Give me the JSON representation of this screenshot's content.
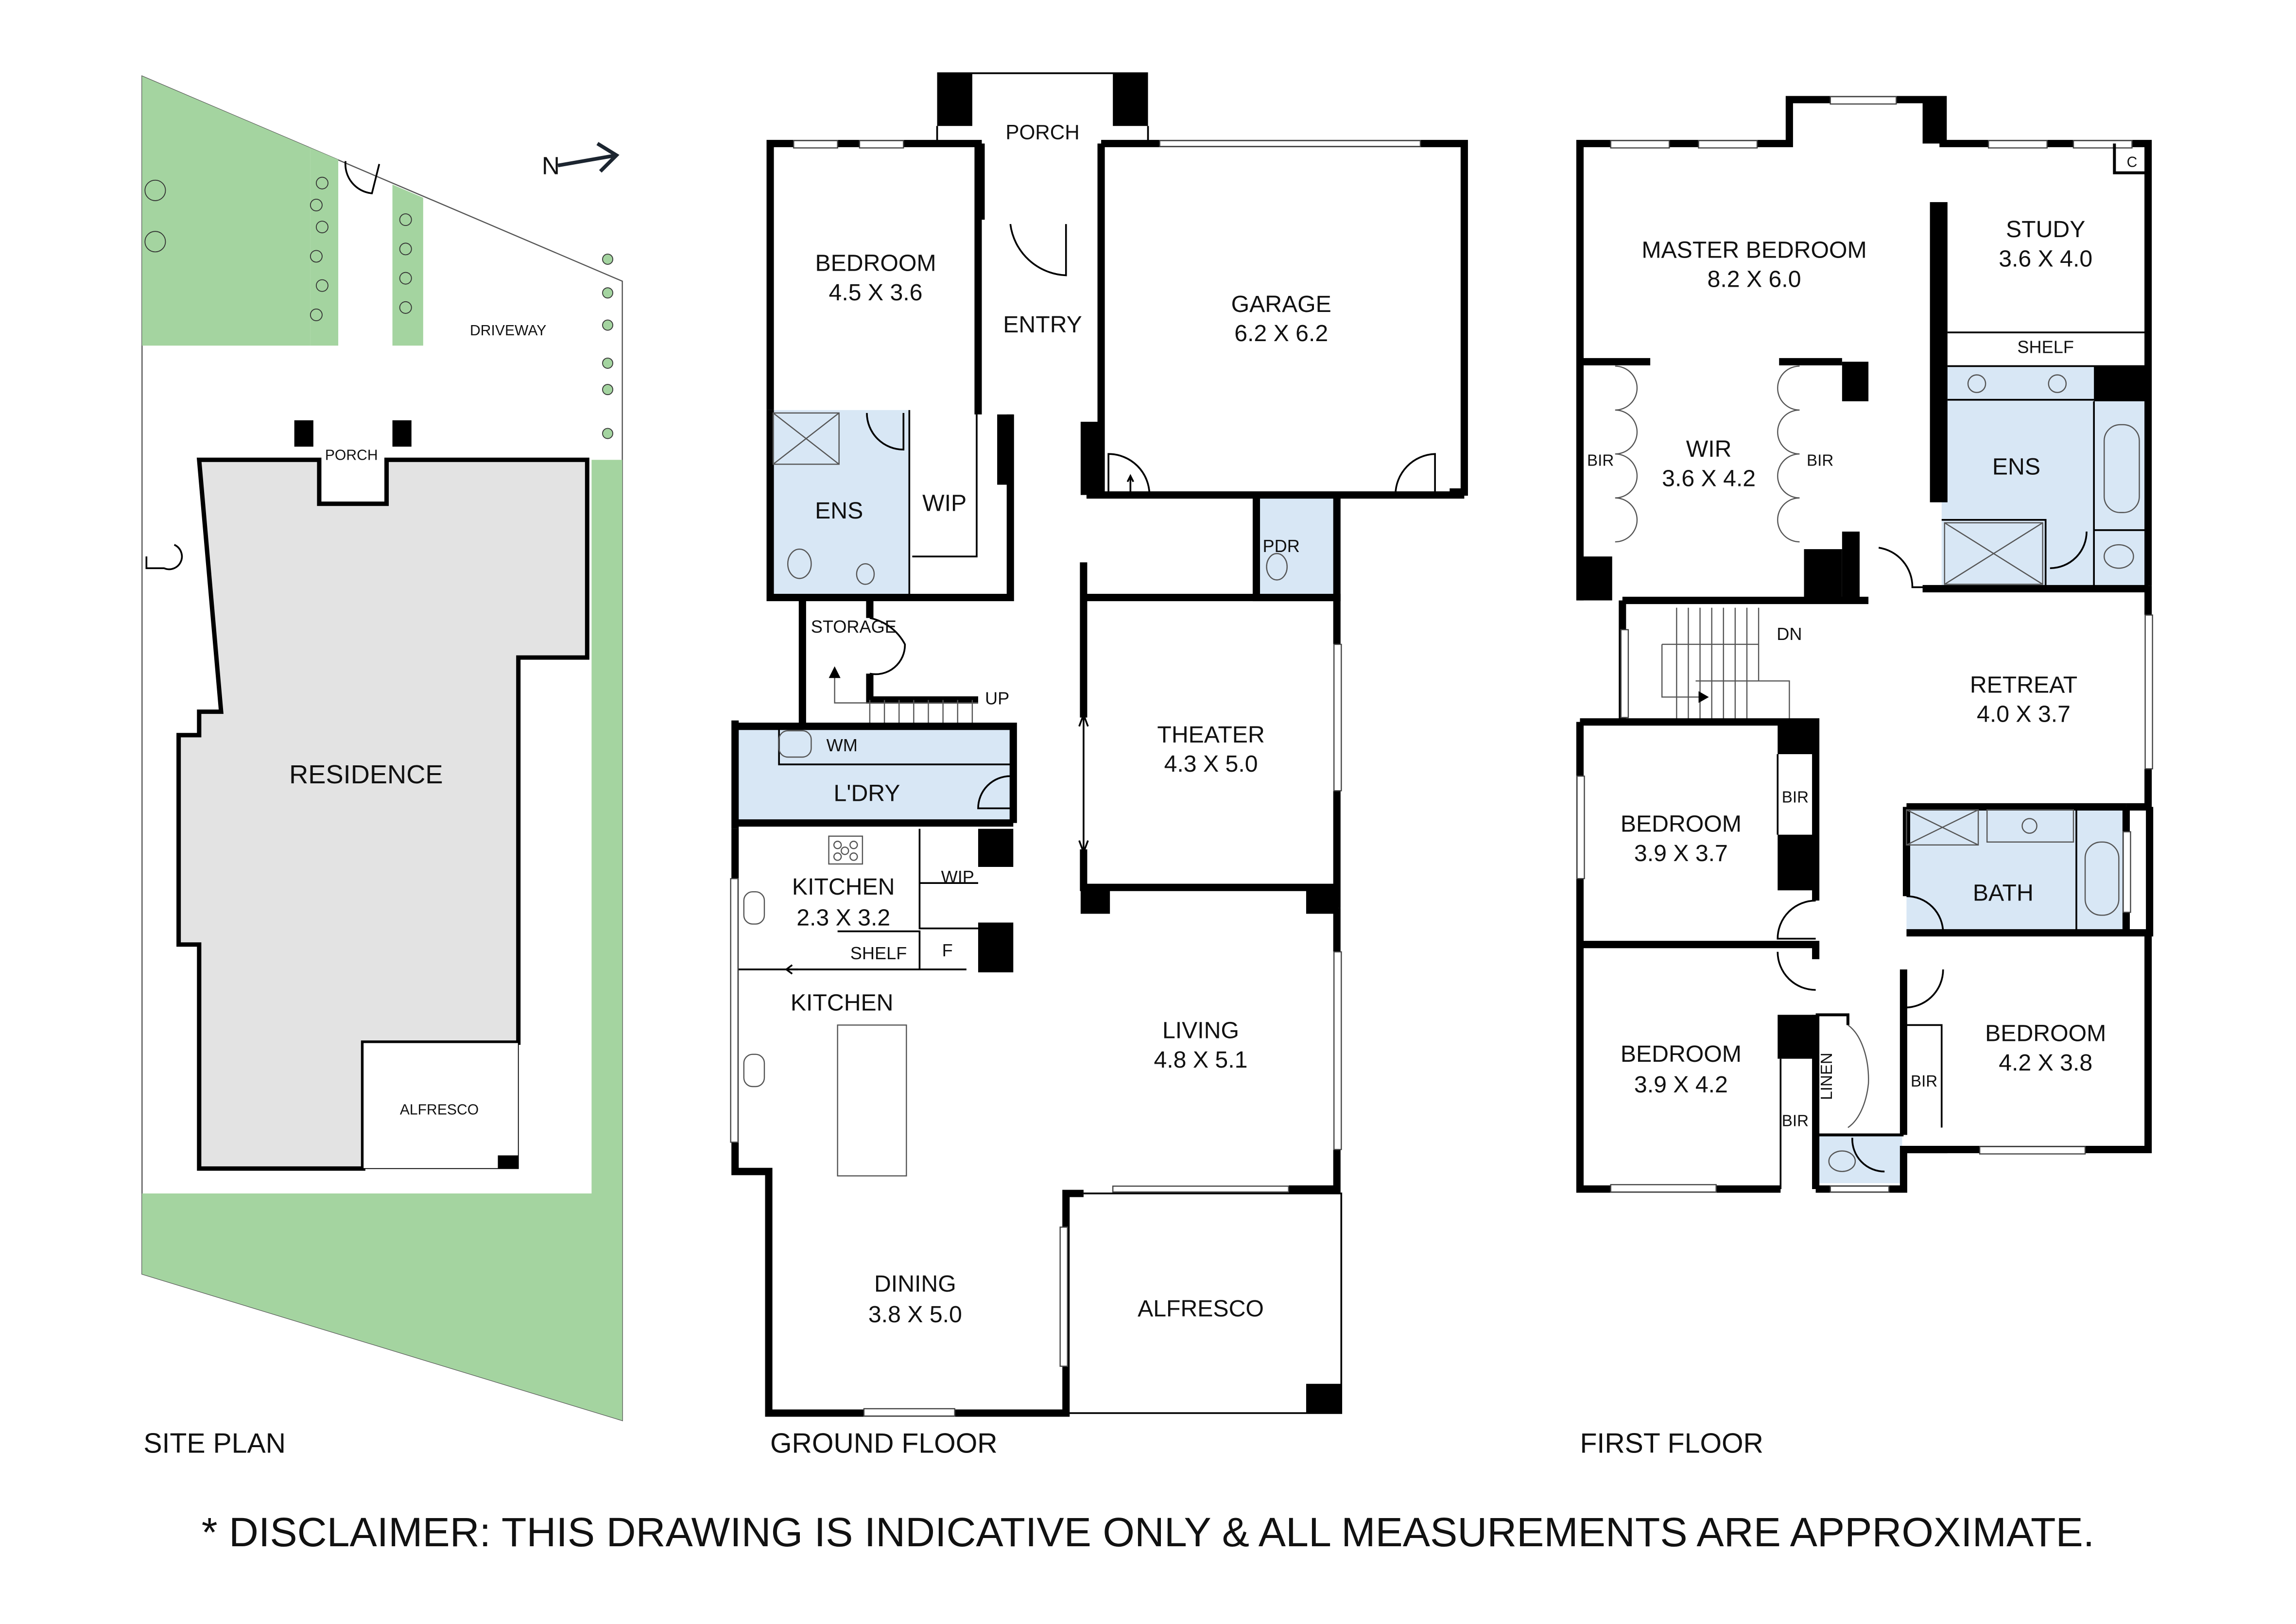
{
  "colors": {
    "wall": "#000000",
    "wet_area": "#d8e7f5",
    "grass": "#a4d4a0",
    "residence": "#e3e3e3",
    "background": "#ffffff"
  },
  "site_plan": {
    "title": "SITE PLAN",
    "compass": {
      "label": "N",
      "icon": "north-arrow-icon"
    },
    "labels": {
      "driveway": "DRIVEWAY",
      "porch": "PORCH",
      "residence": "RESIDENCE",
      "alfresco": "ALFRESCO"
    }
  },
  "ground_floor": {
    "title": "GROUND FLOOR",
    "rooms": {
      "porch": {
        "name": "PORCH"
      },
      "bedroom": {
        "name": "BEDROOM",
        "size": "4.5 X 3.6"
      },
      "entry": {
        "name": "ENTRY"
      },
      "garage": {
        "name": "GARAGE",
        "size": "6.2 X 6.2"
      },
      "ens": {
        "name": "ENS"
      },
      "wip": {
        "name": "WIP"
      },
      "pdr": {
        "name": "PDR"
      },
      "storage": {
        "name": "STORAGE"
      },
      "up": {
        "name": "UP"
      },
      "wm": {
        "name": "WM"
      },
      "laundry": {
        "name": "L'DRY"
      },
      "theater": {
        "name": "THEATER",
        "size": "4.3 X 5.0"
      },
      "kitchen_wip": {
        "name": "WIP"
      },
      "kitchen_small": {
        "name": "KITCHEN",
        "size": "2.3 X 3.2"
      },
      "shelf": {
        "name": "SHELF"
      },
      "fridge": {
        "name": "F"
      },
      "kitchen": {
        "name": "KITCHEN"
      },
      "living": {
        "name": "LIVING",
        "size": "4.8 X 5.1"
      },
      "dining": {
        "name": "DINING",
        "size": "3.8 X 5.0"
      },
      "alfresco": {
        "name": "ALFRESCO"
      }
    }
  },
  "first_floor": {
    "title": "FIRST FLOOR",
    "rooms": {
      "master": {
        "name": "MASTER BEDROOM",
        "size": "8.2 X 6.0"
      },
      "study": {
        "name": "STUDY",
        "size": "3.6 X 4.0"
      },
      "cupboard": {
        "name": "C"
      },
      "study_shelf": {
        "name": "SHELF"
      },
      "wir": {
        "name": "WIR",
        "size": "3.6 X 4.2"
      },
      "bir_left": {
        "name": "BIR"
      },
      "bir_right": {
        "name": "BIR"
      },
      "ens": {
        "name": "ENS"
      },
      "dn": {
        "name": "DN"
      },
      "retreat": {
        "name": "RETREAT",
        "size": "4.0 X 3.7"
      },
      "bedroom2": {
        "name": "BEDROOM",
        "size": "3.9 X 3.7"
      },
      "bir2": {
        "name": "BIR"
      },
      "bath": {
        "name": "BATH"
      },
      "bedroom3": {
        "name": "BEDROOM",
        "size": "3.9 X 4.2"
      },
      "bir3": {
        "name": "BIR"
      },
      "linen": {
        "name": "LINEN"
      },
      "bedroom4": {
        "name": "BEDROOM",
        "size": "4.2 X 3.8"
      },
      "bir4": {
        "name": "BIR"
      }
    }
  },
  "disclaimer": "* DISCLAIMER: THIS DRAWING IS INDICATIVE ONLY & ALL MEASUREMENTS ARE APPROXIMATE."
}
